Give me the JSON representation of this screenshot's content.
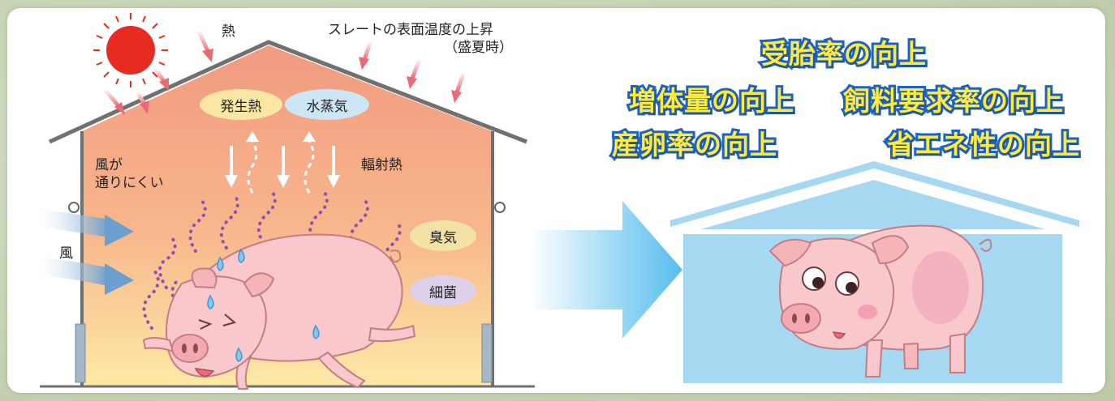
{
  "heat_label": "熱",
  "slate_label_line1": "スレートの表面温度の上昇",
  "slate_label_line2": "（盛夏時）",
  "bubbles": {
    "generated_heat": "発生熱",
    "water_vapor": "水蒸気",
    "odor": "臭気",
    "bacteria": "細菌"
  },
  "wind_poor_line1": "風が",
  "wind_poor_line2": "通りにくい",
  "radiant_heat": "輻射熱",
  "wind": "風",
  "benefits": {
    "conception_rate": "受胎率の向上",
    "weight_gain": "増体量の向上",
    "feed_conversion": "飼料要求率の向上",
    "egg_production": "産卵率の向上",
    "energy_saving": "省エネ性の向上"
  },
  "colors": {
    "hot_top": "#f19a80",
    "hot_bottom": "#fde9a6",
    "cool_room": "#a6d9f1",
    "roof_gray": "#707070",
    "pig_pink": "#f8c8cc",
    "benefit_fill": "#ffeb3b",
    "benefit_stroke": "#1d63c4",
    "arrow_blue": "#7fcbef"
  }
}
